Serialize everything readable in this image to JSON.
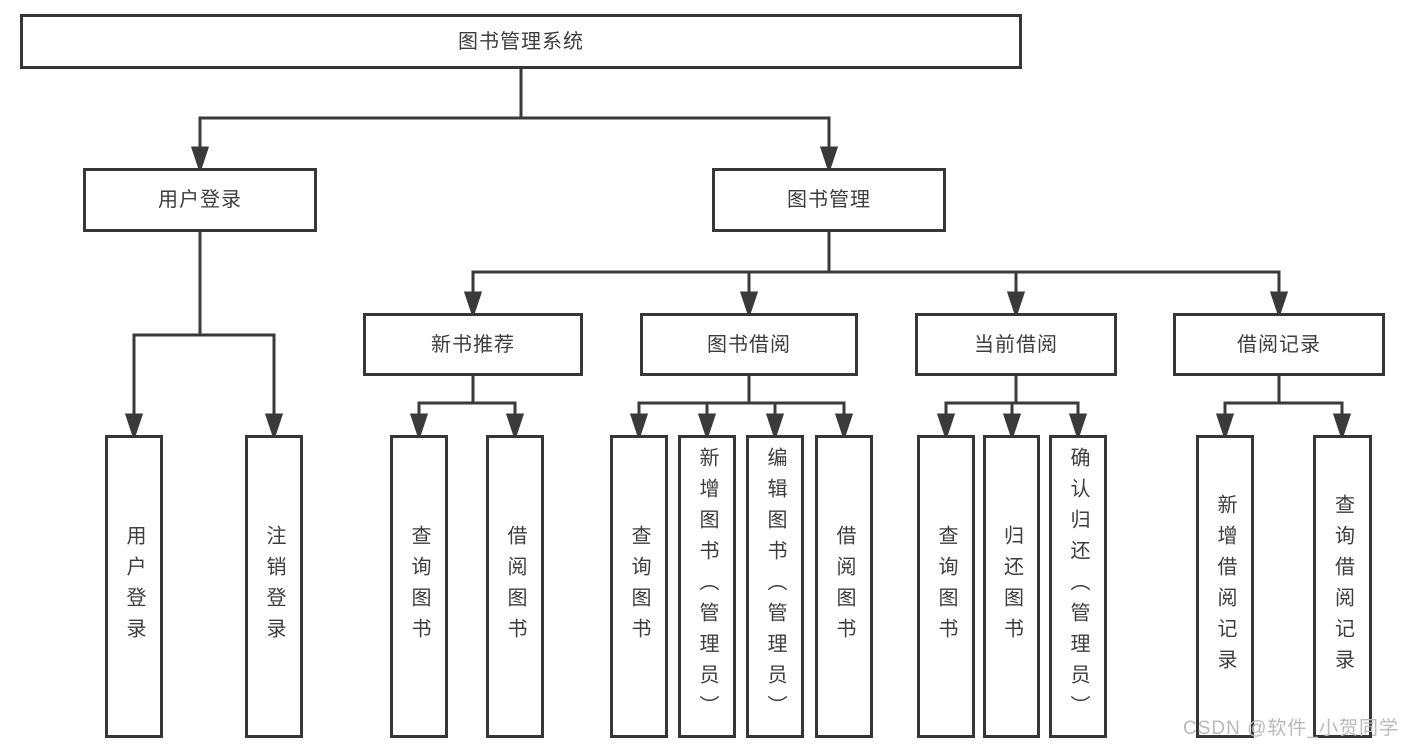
{
  "tree": {
    "root": "图书管理系统",
    "children": [
      {
        "label": "用户登录",
        "children": [
          "用户登录",
          "注销登录"
        ]
      },
      {
        "label": "图书管理",
        "children": [
          {
            "label": "新书推荐",
            "children": [
              "查询图书",
              "借阅图书"
            ]
          },
          {
            "label": "图书借阅",
            "children": [
              "查询图书",
              "新增图书（管理员）",
              "编辑图书（管理员）",
              "借阅图书"
            ]
          },
          {
            "label": "当前借阅",
            "children": [
              "查询图书",
              "归还图书",
              "确认归还（管理员）"
            ]
          },
          {
            "label": "借阅记录",
            "children": [
              "新增借阅记录",
              "查询借阅记录"
            ]
          }
        ]
      }
    ]
  },
  "watermark": {
    "text": "CSDN @软件_小贺同学"
  },
  "colors": {
    "line": "#3a3a3a",
    "text": "#3d3d3d",
    "watermark": "#b9b9b9",
    "background": "#ffffff"
  }
}
